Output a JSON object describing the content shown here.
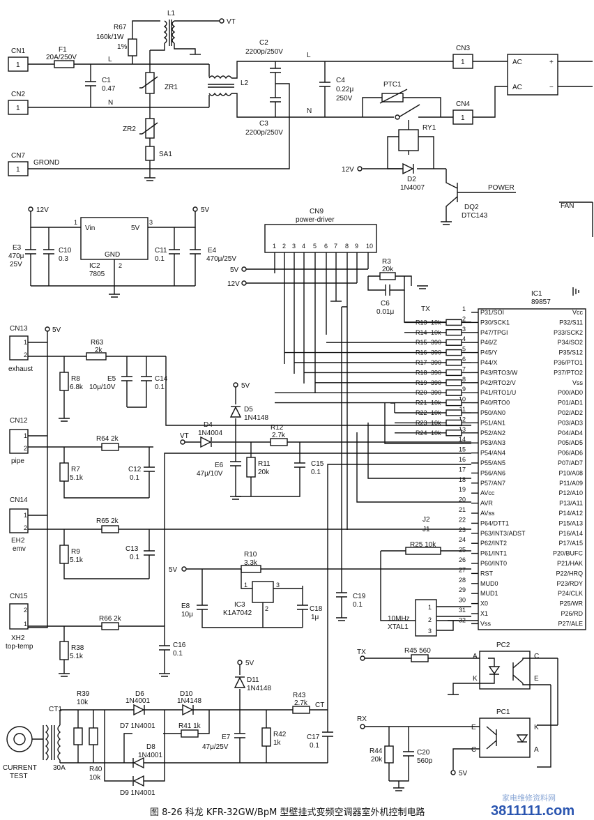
{
  "labels": {
    "cn1": "CN1",
    "cn2": "CN2",
    "cn7": "CN7",
    "pin1": "1",
    "grond": "GROND",
    "f1": "F1",
    "f1v": "20A/250V",
    "r67": "R67",
    "r67v": "160k/1W",
    "r67p": "1%",
    "l1": "L1",
    "vt": "VT",
    "l2": "L2",
    "L": "L",
    "N": "N",
    "c1": "C1",
    "c1v": "0.47",
    "zr1": "ZR1",
    "zr2": "ZR2",
    "sa1": "SA1",
    "c2": "C2",
    "c2v": "2200p/250V",
    "c3": "C3",
    "c3v": "2200p/250V",
    "c4": "C4",
    "c4v": "0.22μ",
    "c4v2": "250V",
    "cn3": "CN3",
    "cn4": "CN4",
    "ac1": "AC",
    "ac2": "AC",
    "plus": "+",
    "minus": "−",
    "ptc1": "PTC1",
    "ry1": "RY1",
    "d2": "D2",
    "d2v": "1N4007",
    "v12a": "12V",
    "power": "POWER",
    "dq2": "DQ2",
    "dq2v": "DTC143",
    "fan": "FAN",
    "v12b": "12V",
    "v5a": "5V",
    "e3": "E3",
    "e3v": "470μ",
    "e3v2": "25V",
    "c10": "C10",
    "c10v": "0.3",
    "vin": "Vin",
    "gnd": "GND",
    "o5v": "5V",
    "ic2": "IC2",
    "ic2v": "7805",
    "p1": "1",
    "p2": "2",
    "p3": "3",
    "c11": "C11",
    "c11v": "0.1",
    "e4": "E4",
    "e4v": "470μ/25V",
    "cn9": "CN9",
    "cn9v": "power-driver",
    "cn9p": [
      "1",
      "2",
      "3",
      "4",
      "5",
      "6",
      "7",
      "8",
      "9",
      "10"
    ],
    "v5b": "5V",
    "v12c": "12V",
    "r3": "R3",
    "r3v": "20k",
    "c6": "C6",
    "c6v": "0.01μ",
    "tx": "TX",
    "ic1": "IC1",
    "ic1v": "89857",
    "rlist": [
      {
        "n": "R13",
        "v": "10k"
      },
      {
        "n": "R14",
        "v": "10k"
      },
      {
        "n": "R15",
        "v": "390"
      },
      {
        "n": "R16",
        "v": "390"
      },
      {
        "n": "R17",
        "v": "390"
      },
      {
        "n": "R18",
        "v": "390"
      },
      {
        "n": "R19",
        "v": "390"
      },
      {
        "n": "R20",
        "v": "390"
      },
      {
        "n": "R21",
        "v": "10k"
      },
      {
        "n": "R22",
        "v": "10k"
      },
      {
        "n": "R23",
        "v": "10k"
      },
      {
        "n": "R24",
        "v": "10k"
      }
    ],
    "pinsL": [
      {
        "num": "1",
        "name": "P31/SOI"
      },
      {
        "num": "2",
        "name": "P30/SCK1"
      },
      {
        "num": "3",
        "name": "P47/TPGI"
      },
      {
        "num": "4",
        "name": "P46/Z"
      },
      {
        "num": "5",
        "name": "P45/Y"
      },
      {
        "num": "6",
        "name": "P44/X"
      },
      {
        "num": "7",
        "name": "P43/RTO3/W"
      },
      {
        "num": "8",
        "name": "P42/RTO2/V"
      },
      {
        "num": "9",
        "name": "P41/RTO1/U"
      },
      {
        "num": "10",
        "name": "P40/RTO0"
      },
      {
        "num": "11",
        "name": "P50/AN0"
      },
      {
        "num": "12",
        "name": "P51/AN1"
      },
      {
        "num": "13",
        "name": "P52/AN2"
      },
      {
        "num": "14",
        "name": "P53/AN3"
      },
      {
        "num": "15",
        "name": "P54/AN4"
      },
      {
        "num": "16",
        "name": "P55/AN5"
      },
      {
        "num": "17",
        "name": "P56/AN6"
      },
      {
        "num": "18",
        "name": "P57/AN7"
      },
      {
        "num": "19",
        "name": "AVcc"
      },
      {
        "num": "20",
        "name": "AVR"
      },
      {
        "num": "21",
        "name": "AVss"
      },
      {
        "num": "22",
        "name": "P64/DTT1"
      },
      {
        "num": "23",
        "name": "P63/INT3/ADST"
      },
      {
        "num": "24",
        "name": "P62/INT2"
      },
      {
        "num": "25",
        "name": "P61/INT1"
      },
      {
        "num": "26",
        "name": "P60/INT0"
      },
      {
        "num": "27",
        "name": "RST"
      },
      {
        "num": "28",
        "name": "MUD0"
      },
      {
        "num": "29",
        "name": "MUD1"
      },
      {
        "num": "30",
        "name": "X0"
      },
      {
        "num": "31",
        "name": "X1"
      },
      {
        "num": "32",
        "name": "Vss"
      }
    ],
    "pinsR": [
      "Vcc",
      "P32/S11",
      "P33/SCK2",
      "P34/SO2",
      "P35/S12",
      "P36/PTO1",
      "P37/PTO2",
      "Vss",
      "P00/AD0",
      "P01/AD1",
      "P02/AD2",
      "P03/AD3",
      "P04/AD4",
      "P05/AD5",
      "P06/AD6",
      "P07/AD7",
      "P10/A08",
      "P11/A09",
      "P12/A10",
      "P13/A11",
      "P14/A12",
      "P15/A13",
      "P16/A14",
      "P17/A15",
      "P20/BUFC",
      "P21/HAK",
      "P22/HRQ",
      "P23/RDY",
      "P24/CLK",
      "P25/WR",
      "P26/RD",
      "P27/ALE"
    ],
    "cn13": "CN13",
    "exhaust": "exhaust",
    "v5c": "5V",
    "r63": "R63",
    "r63v": "2k",
    "r8": "R8",
    "r8v": "6.8k",
    "e5": "E5",
    "e5v": "10μ/10V",
    "c14": "C14",
    "c14v": "0.1",
    "v5d": "5V",
    "d5": "D5",
    "d5v": "1N4148",
    "d4": "D4",
    "d4v": "1N4004",
    "vt2": "VT",
    "r12": "R12",
    "r12v": "2.7k",
    "cn12": "CN12",
    "pipe": "pipe",
    "r64": "R64 2k",
    "r7": "R7",
    "r7v": "5.1k",
    "c12": "C12",
    "c12v": "0.1",
    "e6": "E6",
    "e6v": "47μ/10V",
    "r11": "R11",
    "r11v": "20k",
    "c15": "C15",
    "c15v": "0.1",
    "cn14": "CN14",
    "eh2": "EH2",
    "emv": "emv",
    "r65": "R65 2k",
    "r9": "R9",
    "r9v": "5.1k",
    "c13": "C13",
    "c13v": "0.1",
    "j2": "J2",
    "j1": "J1",
    "r25": "R25 10k",
    "v5e": "5V",
    "r10": "R10",
    "r10v": "3.3k",
    "e8": "E8",
    "e8v": "10μ",
    "ic3": "IC3",
    "ic3v": "K1A7042",
    "c18": "C18",
    "c18v": "1μ",
    "c19": "C19",
    "c19v": "0.1",
    "xtal": "10MHz",
    "xtal2": "XTAL1",
    "cn15": "CN15",
    "xh2": "XH2",
    "toptemp": "top-temp",
    "r66": "R66 2k",
    "r38": "R38",
    "r38v": "5.1k",
    "c16": "C16",
    "c16v": "0.1",
    "tx2": "TX",
    "r45": "R45 560",
    "pc2": "PC2",
    "pa": "A",
    "pk": "K",
    "pc": "C",
    "pe": "E",
    "rx": "RX",
    "pc1": "PC1",
    "r44": "R44",
    "r44v": "20k",
    "c20": "C20",
    "c20v": "560p",
    "v5f": "5V",
    "ct1": "CT1",
    "ct30": "30A",
    "current": "CURRENT",
    "test": "TEST",
    "r39": "R39",
    "r39v": "10k",
    "r40": "R40",
    "r40v": "10k",
    "d6": "D6",
    "d6v": "1N4001",
    "d10": "D10",
    "d10v": "1N4148",
    "d7": "D7 1N4001",
    "r41": "R41 1k",
    "d8": "D8",
    "d8v": "1N4001",
    "d9": "D9 1N4001",
    "d11": "D11",
    "d11v": "1N4148",
    "v5g": "5V",
    "r43": "R43",
    "r43v": "2.7k",
    "ct": "CT",
    "e7": "E7",
    "e7v": "47μ/25V",
    "r42": "R42",
    "r42v": "1k",
    "c17": "C17",
    "c17v": "0.1"
  },
  "caption": "图 8-26   科龙 KFR-32GW/BpM 型壁挂式变频空调器室外机控制电路",
  "watermark": {
    "site": "家电维修资料网",
    "url": "3811111.com"
  }
}
